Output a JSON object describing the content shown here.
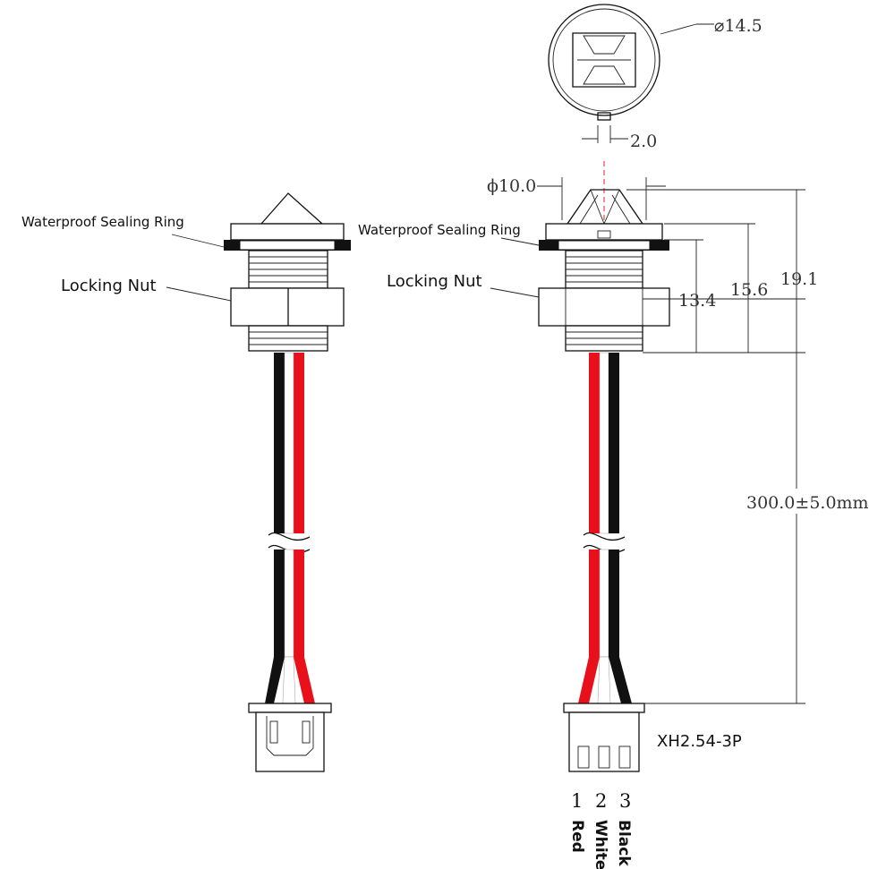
{
  "labels": {
    "waterproof_ring_left": "Waterproof Sealing Ring",
    "waterproof_ring_right": "Waterproof Sealing Ring",
    "locking_nut_left": "Locking Nut",
    "locking_nut_right": "Locking Nut",
    "connector": "XH2.54-3P"
  },
  "dimensions": {
    "outer_diameter": "⌀14.5",
    "tab_width": "2.0",
    "lens_diameter": "ϕ10.0",
    "total_height": "19.1",
    "ring_height": "15.6",
    "thread_height": "13.4",
    "cable_length": "300.0±5.0mm"
  },
  "pins": [
    {
      "number": "1",
      "color_name": "Red",
      "hex": "#e8101a"
    },
    {
      "number": "2",
      "color_name": "White",
      "hex": "#f2f2f2"
    },
    {
      "number": "3",
      "color_name": "Black",
      "hex": "#111111"
    }
  ],
  "colors": {
    "wire_red": "#e8101a",
    "wire_black": "#111111",
    "centerline": "#e8202a",
    "line": "#111111"
  }
}
